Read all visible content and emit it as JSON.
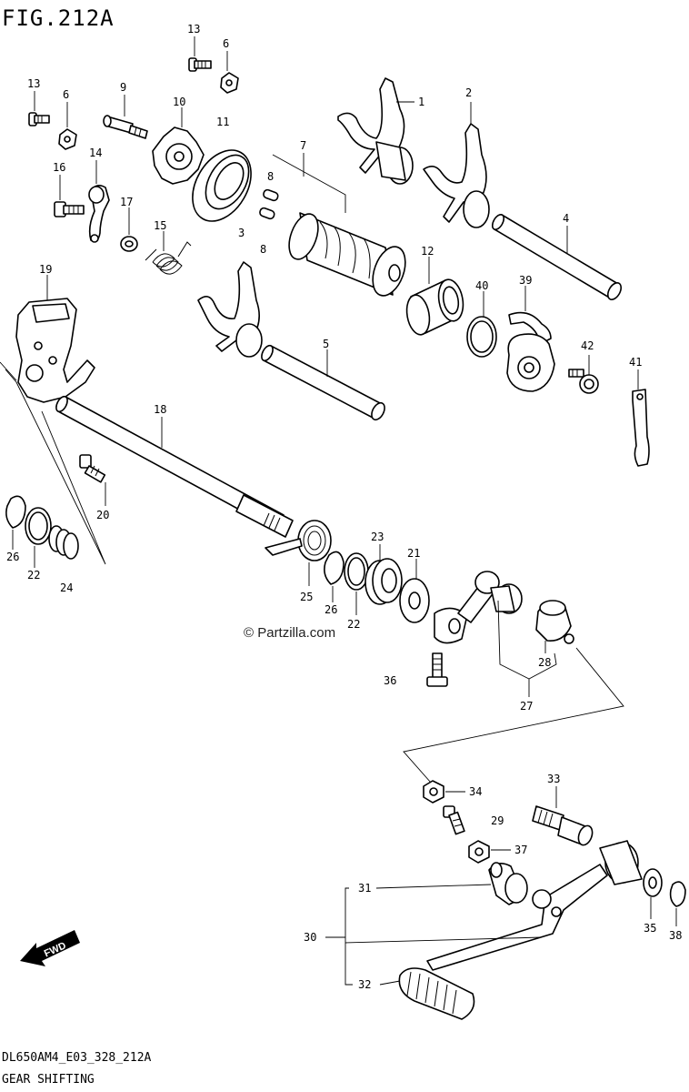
{
  "figure": {
    "title": "FIG.212A",
    "code": "DL650AM4_E03_328_212A",
    "caption": "GEAR SHIFTING",
    "watermark": "© Partzilla.com",
    "fwd_label": "FWD"
  },
  "callouts": {
    "c1": "1",
    "c2": "2",
    "c3": "3",
    "c4": "4",
    "c5": "5",
    "c6a": "6",
    "c6b": "6",
    "c7": "7",
    "c8a": "8",
    "c8b": "8",
    "c9": "9",
    "c10": "10",
    "c11": "11",
    "c12": "12",
    "c13a": "13",
    "c13b": "13",
    "c14": "14",
    "c15": "15",
    "c16": "16",
    "c17": "17",
    "c18": "18",
    "c19": "19",
    "c20": "20",
    "c21": "21",
    "c22a": "22",
    "c22b": "22",
    "c23": "23",
    "c24": "24",
    "c25": "25",
    "c26a": "26",
    "c26b": "26",
    "c27": "27",
    "c28": "28",
    "c29": "29",
    "c30": "30",
    "c31": "31",
    "c32": "32",
    "c33": "33",
    "c34": "34",
    "c35": "35",
    "c36": "36",
    "c37": "37",
    "c38": "38",
    "c39": "39",
    "c40": "40",
    "c41": "41",
    "c42": "42"
  }
}
